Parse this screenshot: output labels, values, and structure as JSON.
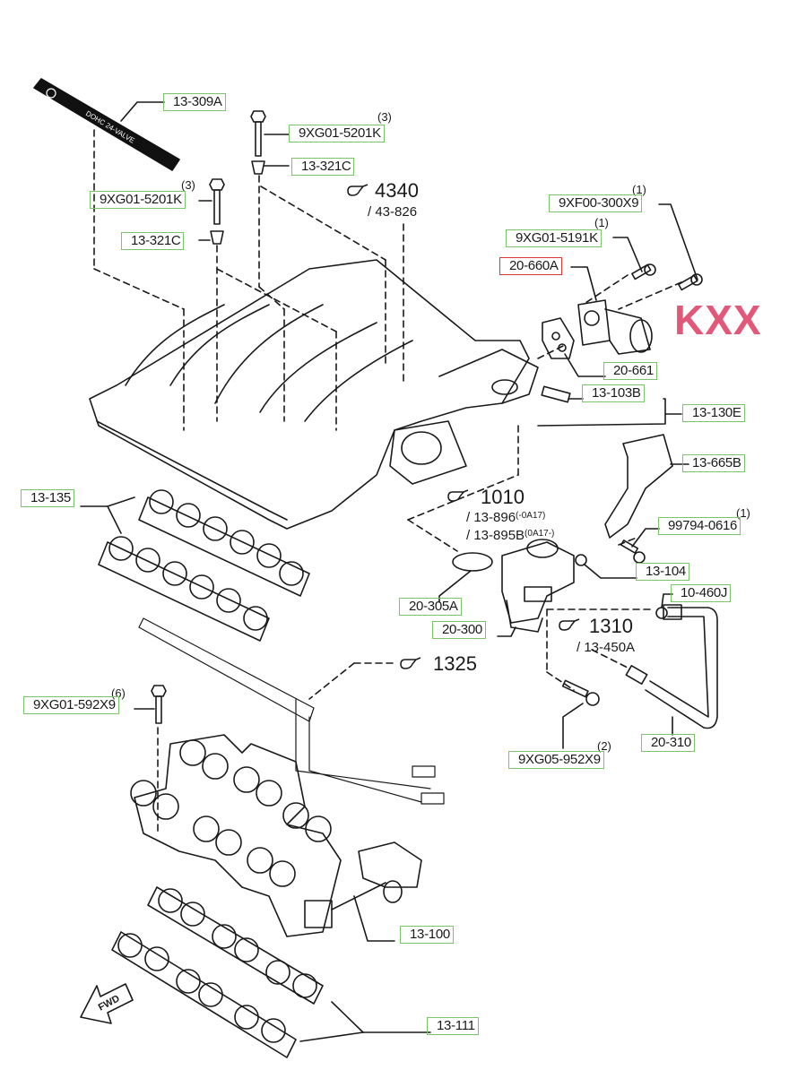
{
  "watermark": "KXX",
  "emblem": {
    "text": "DOHC 24-VALVE"
  },
  "fwd_arrow": "FWD",
  "callouts": [
    {
      "id": "13-309A",
      "label": "13-309A",
      "qty": ""
    },
    {
      "id": "9XG01-5201K-a",
      "label": "9XG01-5201K",
      "qty": "(3)"
    },
    {
      "id": "13-321C-a",
      "label": "13-321C",
      "qty": ""
    },
    {
      "id": "9XG01-5201K-b",
      "label": "9XG01-5201K",
      "qty": "(3)"
    },
    {
      "id": "13-321C-b",
      "label": "13-321C",
      "qty": ""
    },
    {
      "id": "9XF00-300X9",
      "label": "9XF00-300X9",
      "qty": "(1)"
    },
    {
      "id": "9XG01-5191K",
      "label": "9XG01-5191K",
      "qty": "(1)"
    },
    {
      "id": "20-660A",
      "label": "20-660A",
      "qty": "",
      "highlight": true
    },
    {
      "id": "20-661",
      "label": "20-661",
      "qty": ""
    },
    {
      "id": "13-103B",
      "label": "13-103B",
      "qty": ""
    },
    {
      "id": "13-130E",
      "label": "13-130E",
      "qty": ""
    },
    {
      "id": "13-665B",
      "label": "13-665B",
      "qty": ""
    },
    {
      "id": "99794-0616",
      "label": "99794-0616",
      "qty": "(1)"
    },
    {
      "id": "13-104",
      "label": "13-104",
      "qty": ""
    },
    {
      "id": "10-460J",
      "label": "10-460J",
      "qty": ""
    },
    {
      "id": "13-135",
      "label": "13-135",
      "qty": ""
    },
    {
      "id": "20-305A",
      "label": "20-305A",
      "qty": ""
    },
    {
      "id": "20-300",
      "label": "20-300",
      "qty": ""
    },
    {
      "id": "9XG01-592X9",
      "label": "9XG01-592X9",
      "qty": "(6)"
    },
    {
      "id": "9XG05-952X9",
      "label": "9XG05-952X9",
      "qty": "(2)"
    },
    {
      "id": "20-310",
      "label": "20-310",
      "qty": ""
    },
    {
      "id": "13-100",
      "label": "13-100",
      "qty": ""
    },
    {
      "id": "13-111",
      "label": "13-111",
      "qty": ""
    }
  ],
  "references": [
    {
      "id": "ref-4340",
      "number": "4340",
      "subs": [
        {
          "text": "/ 43-826",
          "note": ""
        }
      ]
    },
    {
      "id": "ref-1010",
      "number": "1010",
      "subs": [
        {
          "text": "/ 13-896",
          "note": "(-0A17)"
        },
        {
          "text": "/ 13-895B",
          "note": "(0A17-)"
        }
      ]
    },
    {
      "id": "ref-1310",
      "number": "1310",
      "subs": [
        {
          "text": "/ 13-450A",
          "note": ""
        }
      ]
    },
    {
      "id": "ref-1325",
      "number": "1325",
      "subs": []
    }
  ],
  "colors": {
    "label_border": "#7cc46a",
    "highlight_border": "#d9383a",
    "watermark": "#e25878",
    "line": "#1a1a1a"
  }
}
